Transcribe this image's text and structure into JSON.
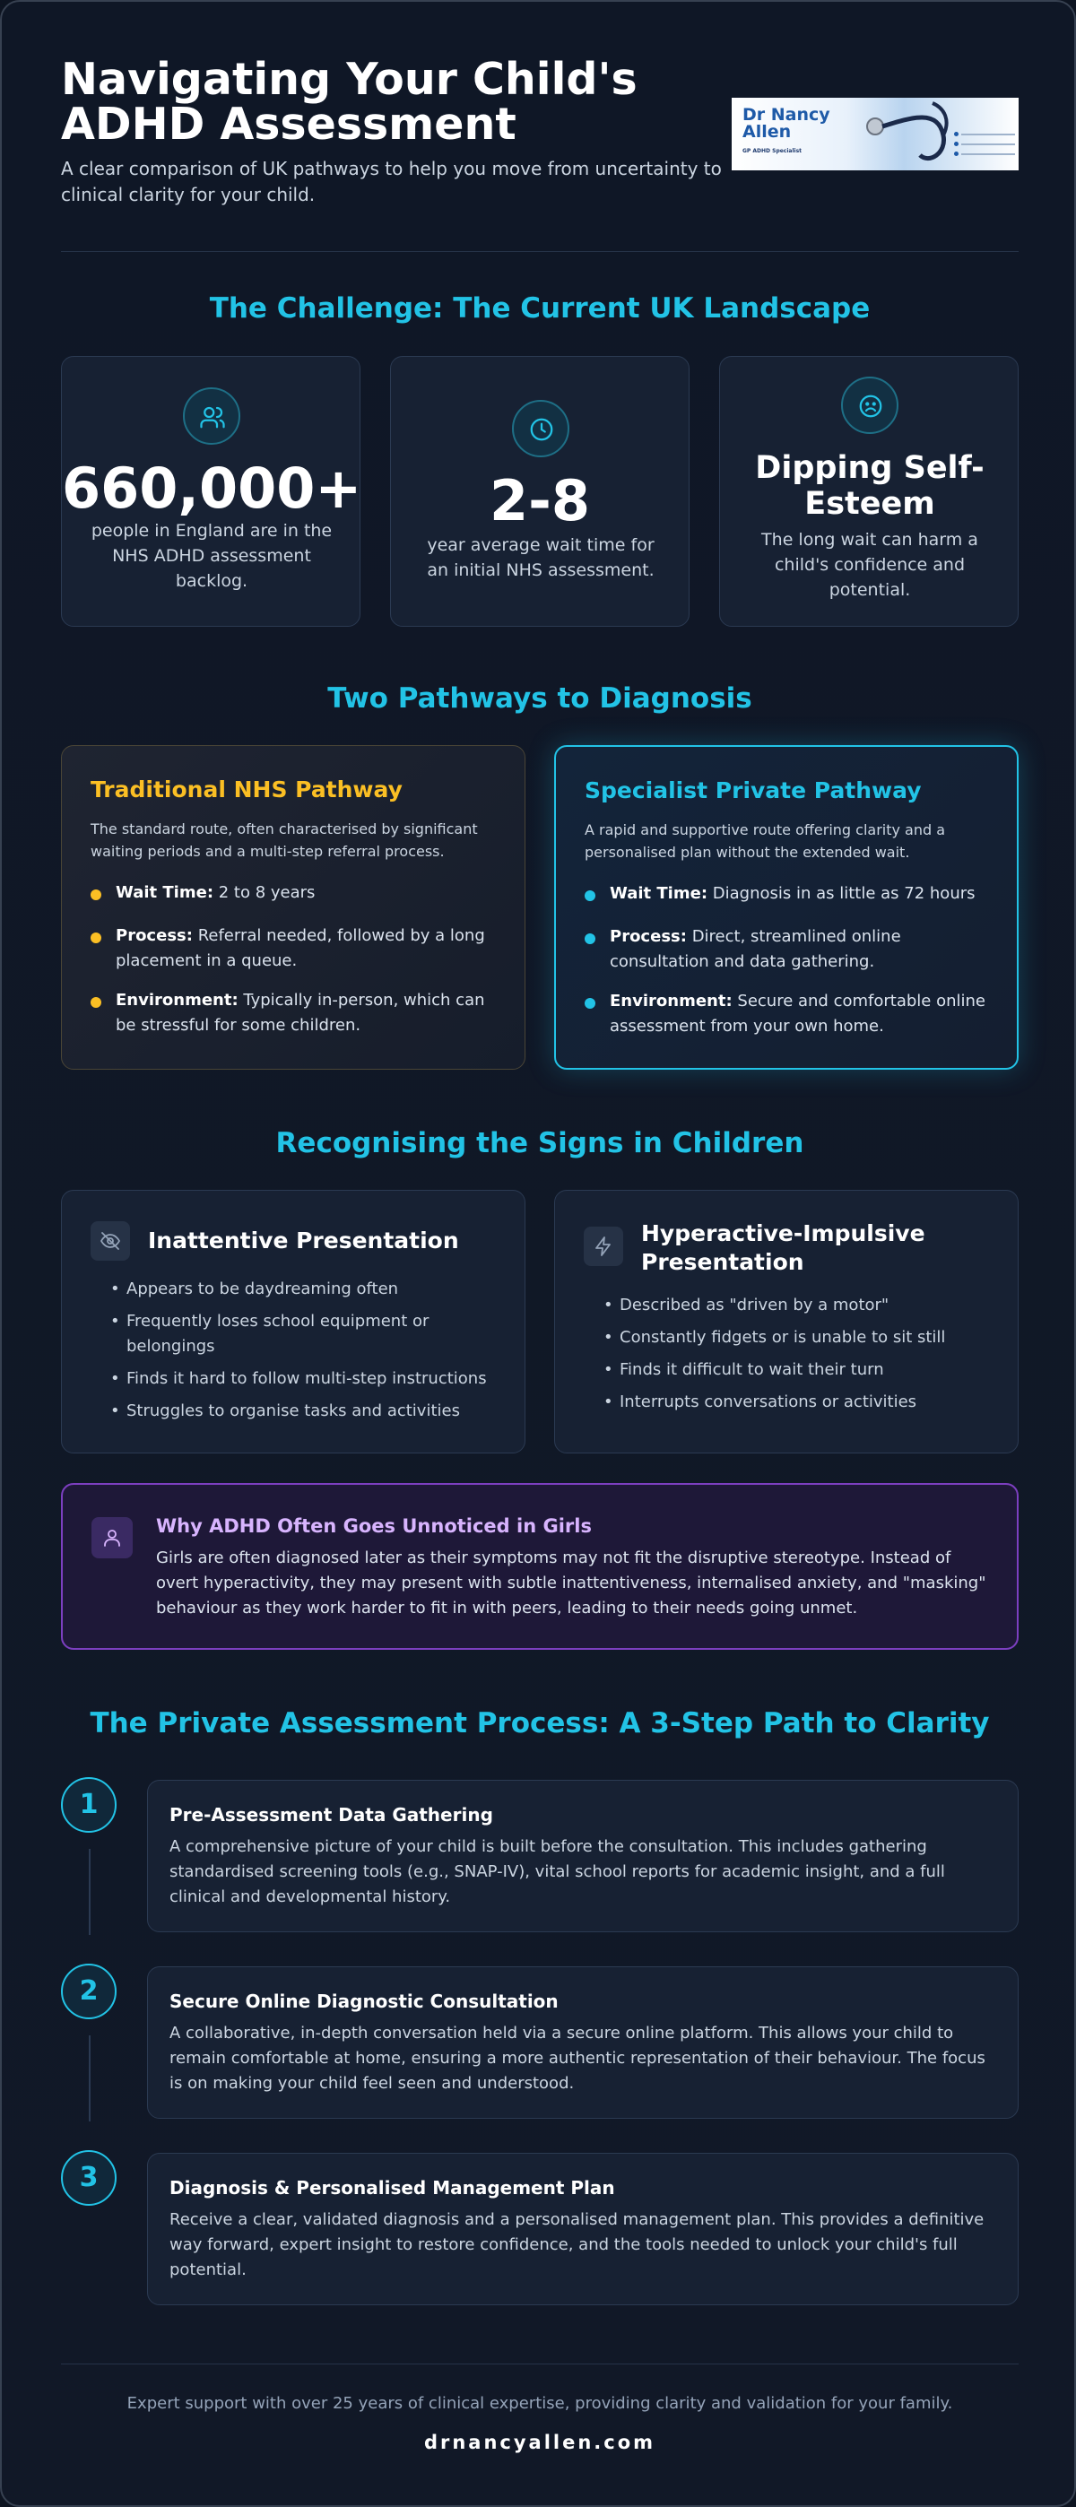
{
  "header": {
    "title": "Navigating Your Child's ADHD Assessment",
    "subtitle": "A clear comparison of UK pathways to help you move from uncertainty to clinical clarity for your child.",
    "logo": {
      "name": "Dr Nancy Allen",
      "tagline": "GP ADHD Specialist"
    }
  },
  "challenge": {
    "title": "The Challenge: The Current UK Landscape",
    "stats": [
      {
        "icon": "users-icon",
        "value": "660,000+",
        "description": "people in England are in the NHS ADHD assessment backlog."
      },
      {
        "icon": "clock-icon",
        "value": "2-8",
        "description": "year average wait time for an initial NHS assessment."
      },
      {
        "icon": "frown-icon",
        "value": "Dipping Self-Esteem",
        "description": "The long wait can harm a child's confidence and potential."
      }
    ]
  },
  "pathways": {
    "title": "Two Pathways to Diagnosis",
    "nhs": {
      "title": "Traditional NHS Pathway",
      "description": "The standard route, often characterised by significant waiting periods and a multi-step referral process.",
      "items": [
        {
          "label": "Wait Time:",
          "text": "2 to 8 years"
        },
        {
          "label": "Process:",
          "text": "Referral needed, followed by a long placement in a queue."
        },
        {
          "label": "Environment:",
          "text": "Typically in-person, which can be stressful for some children."
        }
      ]
    },
    "private": {
      "title": "Specialist Private Pathway",
      "description": "A rapid and supportive route offering clarity and a personalised plan without the extended wait.",
      "items": [
        {
          "label": "Wait Time:",
          "text": "Diagnosis in as little as 72 hours"
        },
        {
          "label": "Process:",
          "text": "Direct, streamlined online consultation and data gathering."
        },
        {
          "label": "Environment:",
          "text": "Secure and comfortable online assessment from your own home."
        }
      ]
    }
  },
  "signs": {
    "title": "Recognising the Signs in Children",
    "inattentive": {
      "title": "Inattentive Presentation",
      "icon": "eye-off-icon",
      "items": [
        "Appears to be daydreaming often",
        "Frequently loses school equipment or belongings",
        "Finds it hard to follow multi-step instructions",
        "Struggles to organise tasks and activities"
      ]
    },
    "hyperactive": {
      "title": "Hyperactive-Impulsive Presentation",
      "icon": "zap-icon",
      "items": [
        "Described as \"driven by a motor\"",
        "Constantly fidgets or is unable to sit still",
        "Finds it difficult to wait their turn",
        "Interrupts conversations or activities"
      ]
    },
    "girls": {
      "title": "Why ADHD Often Goes Unnoticed in Girls",
      "text": "Girls are often diagnosed later as their symptoms may not fit the disruptive stereotype. Instead of overt hyperactivity, they may present with subtle inattentiveness, internalised anxiety, and \"masking\" behaviour as they work harder to fit in with peers, leading to their needs going unmet."
    }
  },
  "process": {
    "title": "The Private Assessment Process: A 3-Step Path to Clarity",
    "steps": [
      {
        "number": "1",
        "title": "Pre-Assessment Data Gathering",
        "text": "A comprehensive picture of your child is built before the consultation. This includes gathering standardised screening tools (e.g., SNAP-IV), vital school reports for academic insight, and a full clinical and developmental history."
      },
      {
        "number": "2",
        "title": "Secure Online Diagnostic Consultation",
        "text": "A collaborative, in-depth conversation held via a secure online platform. This allows your child to remain comfortable at home, ensuring a more authentic representation of their behaviour. The focus is on making your child feel seen and understood."
      },
      {
        "number": "3",
        "title": "Diagnosis & Personalised Management Plan",
        "text": "Receive a clear, validated diagnosis and a personalised management plan. This provides a definitive way forward, expert insight to restore confidence, and the tools needed to unlock your child's full potential."
      }
    ]
  },
  "footer": {
    "text": "Expert support with over 25 years of clinical expertise, providing clarity and validation for your family.",
    "url": "drnancyallen.com"
  },
  "colors": {
    "accent": "#22c3e6",
    "nhs": "#fbbf24",
    "girls": "#d8b4fe"
  }
}
